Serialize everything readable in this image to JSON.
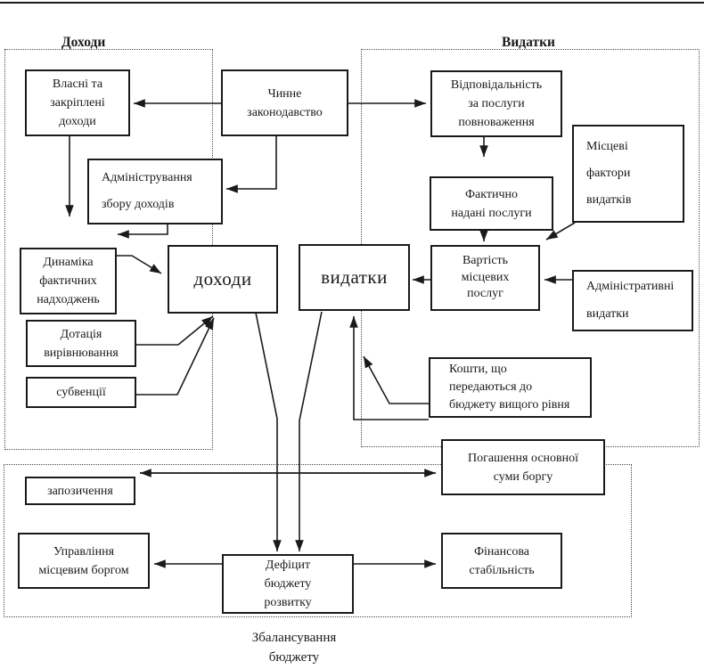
{
  "diagram": {
    "section_incomes": "Доходи",
    "section_expenditures": "Видатки",
    "caption": "Збалансування\nбюджету"
  },
  "nodes": {
    "vlasni": "Власні та\nзакріплені\nдоходи",
    "chynne": "Чинне\nзаконодавство",
    "administruvannia": "Адміністрування\nзбору доходів",
    "vidpovidalnist": "Відповідальність\nза послуги\nповноваження",
    "mistsevi_faktory": "Місцеві\nфактори\nвидатків",
    "faktychno": "Фактично\nнадані послуги",
    "dynamika": "Динаміка\nфактичних\nнадходжень",
    "dokhody": "доходи",
    "vydatky": "видатки",
    "vartist": "Вартість\nмісцевих\nпослуг",
    "administratyvni": "Адміністративні\nвидатки",
    "dotatsiia": "Дотація\nвирівнювання",
    "subventsii": "субвенції",
    "koshty": "Кошти, що\nпередаються до\nбюджету вищого рівня",
    "pohashennia": "Погашення основної\nсуми боргу",
    "zapozychennia": "запозичення",
    "upravlinnia": "Управління\nмісцевим боргом",
    "defitsyt": "Дефіцит\nбюджету\nрозвитку",
    "finansova": "Фінансова\nстабільність"
  },
  "colors": {
    "line": "#1a1a1a",
    "background": "#ffffff"
  }
}
